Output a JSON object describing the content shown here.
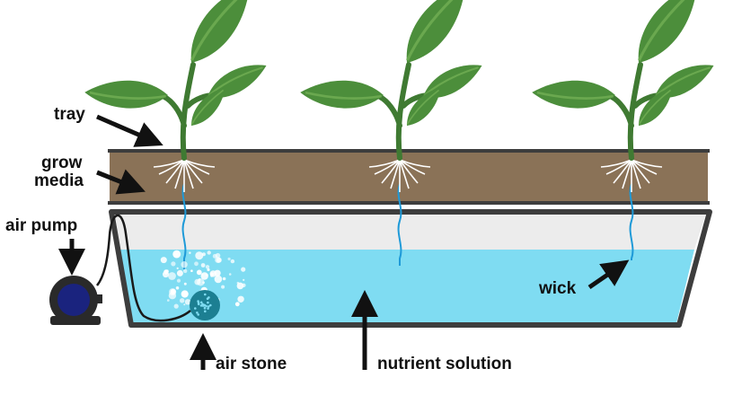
{
  "diagram": {
    "labels": {
      "tray": "tray",
      "grow_media_line1": "grow",
      "grow_media_line2": "media",
      "air_pump": "air pump",
      "wick": "wick",
      "air_stone": "air stone",
      "nutrient_solution": "nutrient solution"
    },
    "plant_count": 3,
    "colors": {
      "leaf": "#4c8e3b",
      "leaf_highlight": "#6aa84f",
      "stem": "#3f7a32",
      "grow_media": "#8a7257",
      "tray_frame": "#3d3d3d",
      "solution": "#7fdcf2",
      "solution_top": "#ececec",
      "wick": "#1e9ad8",
      "air_stone": "#1c7f92",
      "pump": "#2a2a2a",
      "pump_face": "#1a237e",
      "arrow": "#111111"
    }
  }
}
